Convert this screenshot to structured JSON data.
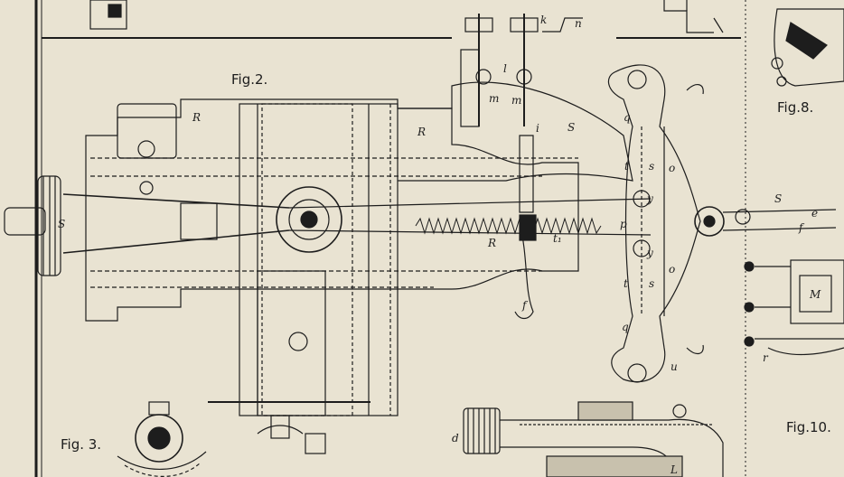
{
  "captions": {
    "fig2": "Fig.2.",
    "fig3": "Fig. 3.",
    "fig8": "Fig.8.",
    "fig10": "Fig.10."
  },
  "labels": {
    "R_topleft": "R",
    "R_mid": "R",
    "R_spring": "R",
    "S_pulley": "S",
    "S_body": "S",
    "S_right": "S",
    "k": "k",
    "n": "n",
    "l": "l",
    "m1": "m",
    "m2": "m",
    "i": "i",
    "q_top": "q",
    "q_bot": "q",
    "t_top": "t",
    "t_bot": "t",
    "s_top": "s",
    "s_bot": "s",
    "o_top": "o",
    "o_bot": "o",
    "u": "u",
    "y_top": "y",
    "y_bot": "y",
    "p": "p",
    "t1": "t₁",
    "f_handle": "f",
    "f_right": "f",
    "e": "e",
    "M": "M",
    "r": "r",
    "d": "d",
    "L": "L"
  },
  "colors": {
    "paper": "#e9e3d2",
    "ink": "#1d1d1d"
  }
}
